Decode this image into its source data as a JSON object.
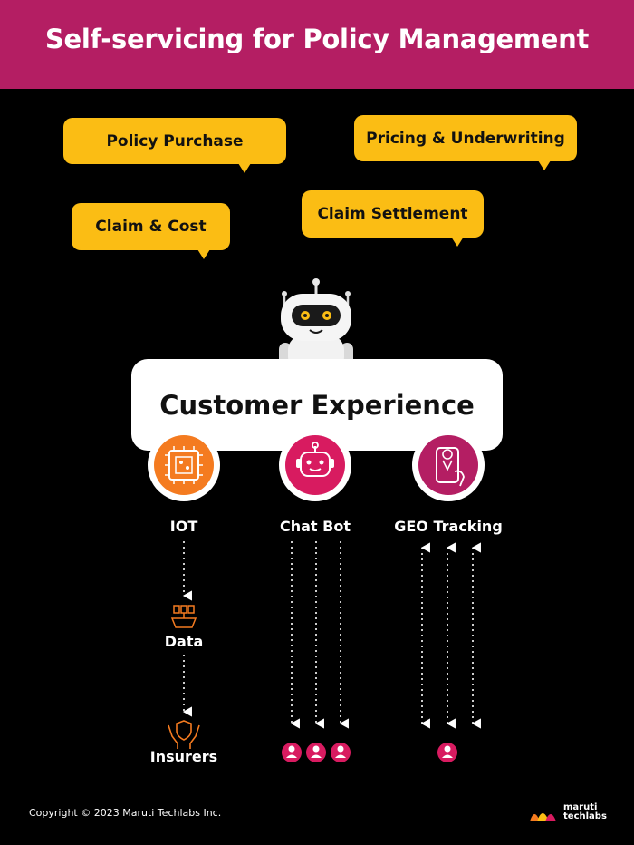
{
  "header": {
    "title": "Self-servicing for Policy Management"
  },
  "bubbles": [
    {
      "label": "Policy Purchase"
    },
    {
      "label": "Pricing & Underwriting"
    },
    {
      "label": "Claim & Cost"
    },
    {
      "label": "Claim Settlement"
    }
  ],
  "center": {
    "title": "Customer Experience"
  },
  "channels": [
    {
      "label": "IOT",
      "icon": "chip-icon",
      "color": "#f47b20"
    },
    {
      "label": "Chat Bot",
      "icon": "bot-icon",
      "color": "#d81b60"
    },
    {
      "label": "GEO Tracking",
      "icon": "phone-location-icon",
      "color": "#b41e63"
    }
  ],
  "flow": {
    "data_label": "Data",
    "insurers_label": "Insurers"
  },
  "colors": {
    "brand": "#b41e63",
    "accent_yellow": "#fbbd14",
    "iot_orange": "#f47b20",
    "user_pink": "#d81b60"
  },
  "footer": {
    "copyright": "Copyright © 2023 Maruti Techlabs Inc.",
    "logo_line1": "maruti",
    "logo_line2": "techlabs"
  }
}
